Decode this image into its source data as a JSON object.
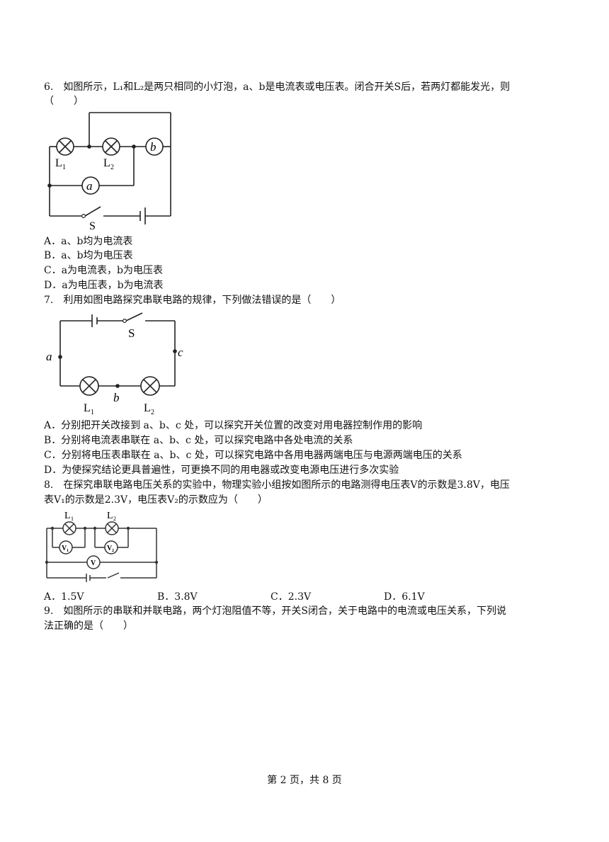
{
  "q6": {
    "stem_line1": "6.　如图所示，L₁和L₂是两只相同的小灯泡，a、b是电流表或电压表。闭合开关S后，若两灯都能发光，则",
    "stem_line2": "（　　）",
    "figure_labels": {
      "L1": "L",
      "L1_sub": "1",
      "L2": "L",
      "L2_sub": "2",
      "a": "a",
      "b": "b",
      "S": "S"
    },
    "options": [
      "A．a、b均为电流表",
      "B．a、b均为电压表",
      "C．a为电流表，b为电压表",
      "D．a为电压表，b为电流表"
    ]
  },
  "q7": {
    "stem": "7.　利用如图电路探究串联电路的规律，下列做法错误的是（　　）",
    "figure_labels": {
      "S": "S",
      "a": "a",
      "b": "b",
      "c": "c",
      "L1": "L",
      "L1_sub": "1",
      "L2": "L",
      "L2_sub": "2"
    },
    "options": [
      "A．分别把开关改接到 a、b、c 处，可以探究开关位置的改变对用电器控制作用的影响",
      "B．分别将电流表串联在 a、b、c 处，可以探究电路中各处电流的关系",
      "C．分别将电压表串联在 a、b、c 处，可以探究电路中各用电器两端电压与电源两端电压的关系",
      "D．为使探究结论更具普遍性，可更换不同的用电器或改变电源电压进行多次实验"
    ]
  },
  "q8": {
    "stem_line1": "8.　在探究串联电路电压关系的实验中，物理实验小组按如图所示的电路测得电压表V的示数是3.8V，电压",
    "stem_line2": "表V₁的示数是2.3V，电压表V₂的示数应为（　　）",
    "figure_labels": {
      "L1": "L",
      "L1_sub": "1",
      "L2": "L",
      "L2_sub": "2",
      "V1": "V",
      "V1_sub": "1",
      "V2": "V",
      "V2_sub": "2",
      "V": "V"
    },
    "options": [
      "A．1.5V",
      "B．3.8V",
      "C．2.3V",
      "D．6.1V"
    ]
  },
  "q9": {
    "stem_line1": "9.　如图所示的串联和并联电路，两个灯泡阻值不等，开关S闭合，关于电路中的电流或电压关系，下列说",
    "stem_line2": "法正确的是（　　）"
  },
  "footer": "第 2 页，共 8 页"
}
